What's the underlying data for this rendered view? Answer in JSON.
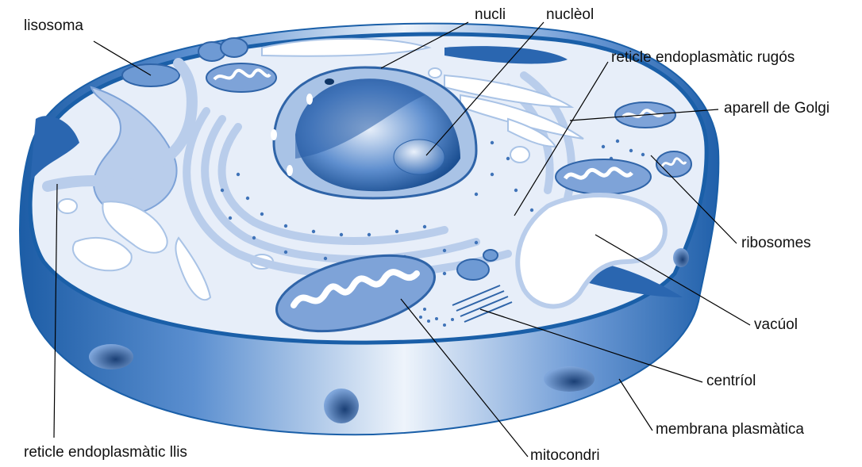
{
  "labels": {
    "lisosoma": "lisosoma",
    "nucli": "nucli",
    "nucleol": "nuclèol",
    "reticle_rugos": "reticle endoplasmàtic rugós",
    "golgi": "aparell de Golgi",
    "ribosomes": "ribosomes",
    "vacuol": "vacúol",
    "centriol": "centríol",
    "membrana": "membrana plasmàtica",
    "mitocondri": "mitocondri",
    "reticle_llis": "reticle endoplasmàtic llis"
  },
  "colors": {
    "membrane_dark": "#1a5fa8",
    "membrane_mid": "#3d7cc4",
    "membrane_light": "#cfe0f3",
    "cytoplasm": "#e7eef9",
    "organelle": "#a9c3e6",
    "organelle_dark": "#5e8fcc",
    "leader_line": "#000000"
  }
}
